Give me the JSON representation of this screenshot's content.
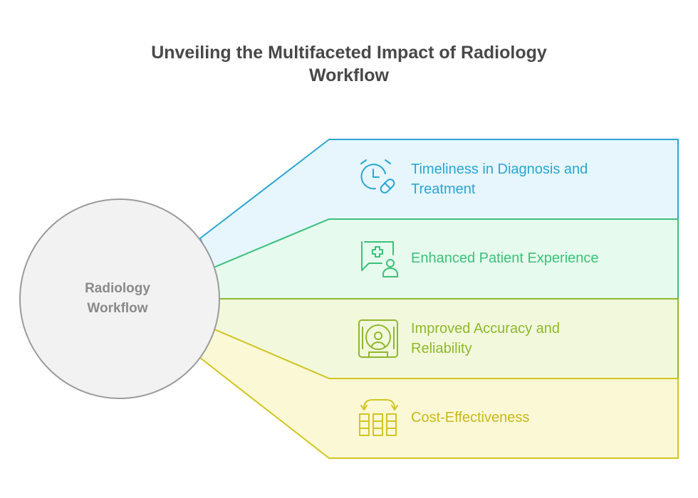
{
  "title": {
    "line1": "Unveiling the Multifaceted Impact of Radiology",
    "line2": "Workflow"
  },
  "center": {
    "line1": "Radiology",
    "line2": "Workflow"
  },
  "items": [
    {
      "label": "Timeliness in Diagnosis and Treatment",
      "icon": "clock-pill-icon",
      "stroke": "#2aa6d3",
      "fill": "#e6f6fc"
    },
    {
      "label": "Enhanced Patient Experience",
      "icon": "patient-chat-icon",
      "stroke": "#3cc17a",
      "fill": "#e6faee"
    },
    {
      "label": "Improved Accuracy and Reliability",
      "icon": "scanner-icon",
      "stroke": "#8fb82c",
      "fill": "#f2f8dc"
    },
    {
      "label": "Cost-Effectiveness",
      "icon": "cost-columns-icon",
      "stroke": "#d2c521",
      "fill": "#fbf8d6"
    }
  ]
}
